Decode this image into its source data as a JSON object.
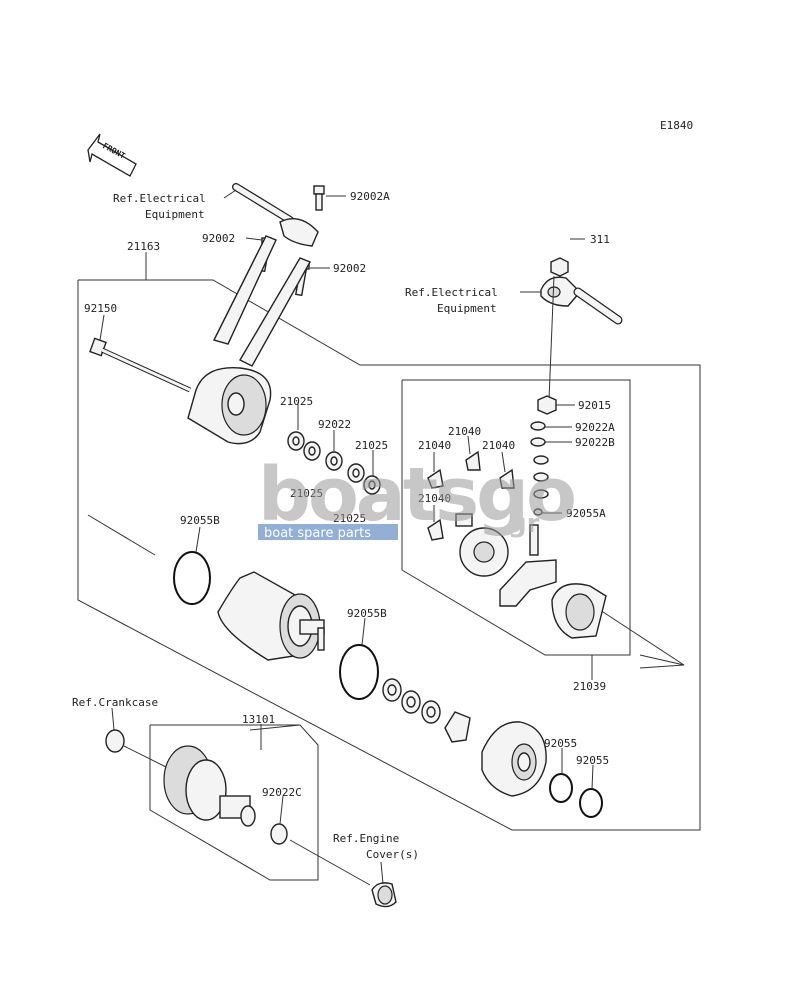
{
  "diagram_code": "E1840",
  "front_label": "FRONT",
  "watermark": {
    "brand": "boatsgo",
    "domain": "gr",
    "tagline": "boat spare parts",
    "color": "#3b6fb6"
  },
  "callouts": {
    "ref_electrical_top": [
      "Ref.Electrical",
      "Equipment"
    ],
    "ref_electrical_right": [
      "Ref.Electrical",
      "Equipment"
    ],
    "ref_crankcase": [
      "Ref.Crankcase"
    ],
    "ref_engine_cover": [
      "Ref.Engine",
      "Cover(s)"
    ],
    "p92002A": "92002A",
    "p92002_a": "92002",
    "p92002_b": "92002",
    "p21163": "21163",
    "p92150": "92150",
    "p311": "311",
    "p92015": "92015",
    "p92022A": "92022A",
    "p92022B": "92022B",
    "p92055A": "92055A",
    "p21025_a": "21025",
    "p92022": "92022",
    "p21025_b": "21025",
    "p21025_c": "21025",
    "p21025_d": "21025",
    "p21040_a": "21040",
    "p21040_b": "21040",
    "p21040_c": "21040",
    "p21040_d": "21040",
    "p92055B_a": "92055B",
    "p92055B_b": "92055B",
    "p21039": "21039",
    "p13101": "13101",
    "p92022C": "92022C",
    "p92055_a": "92055",
    "p92055_b": "92055"
  }
}
